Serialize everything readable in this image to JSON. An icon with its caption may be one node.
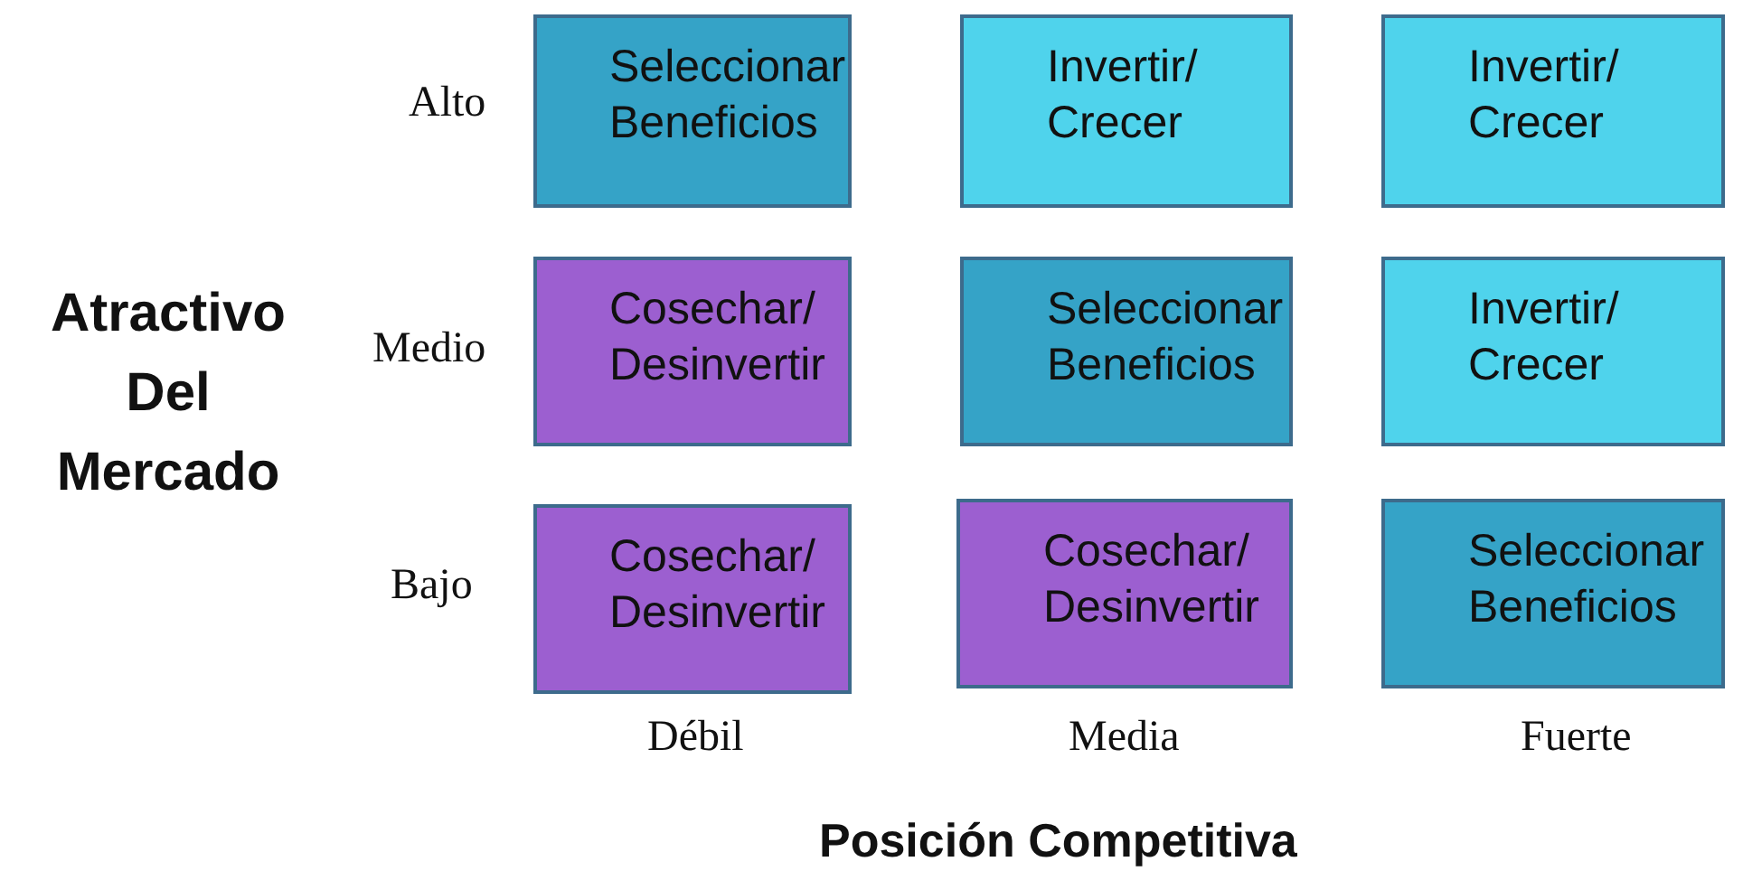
{
  "diagram": {
    "nodes": [
      {
        "text": [
          "Seleccionar Beneficios"
        ]
      },
      {
        "text": [
          "Invertir/ Crecer"
        ]
      },
      {
        "text": [
          "Invertir/ Crecer"
        ]
      },
      {
        "text": [
          "Cosechar/ Desinvertir"
        ]
      },
      {
        "text": [
          "Seleccionar Beneficios"
        ]
      },
      {
        "text": [
          "Invertir/ Crecer"
        ]
      },
      {
        "text": [
          "Cosechar/ Desinvertir"
        ]
      },
      {
        "text": [
          "Cosechar/ Desinvertir"
        ]
      },
      {
        "text": [
          "Seleccionar Beneficios"
        ]
      }
    ],
    "edges": [],
    "labels": [
      "Alto",
      "Atractivo Del Mercado",
      "Medio",
      "Bajo",
      "Débil",
      "Media",
      "Fuerte",
      "Posición Competitiva"
    ]
  }
}
